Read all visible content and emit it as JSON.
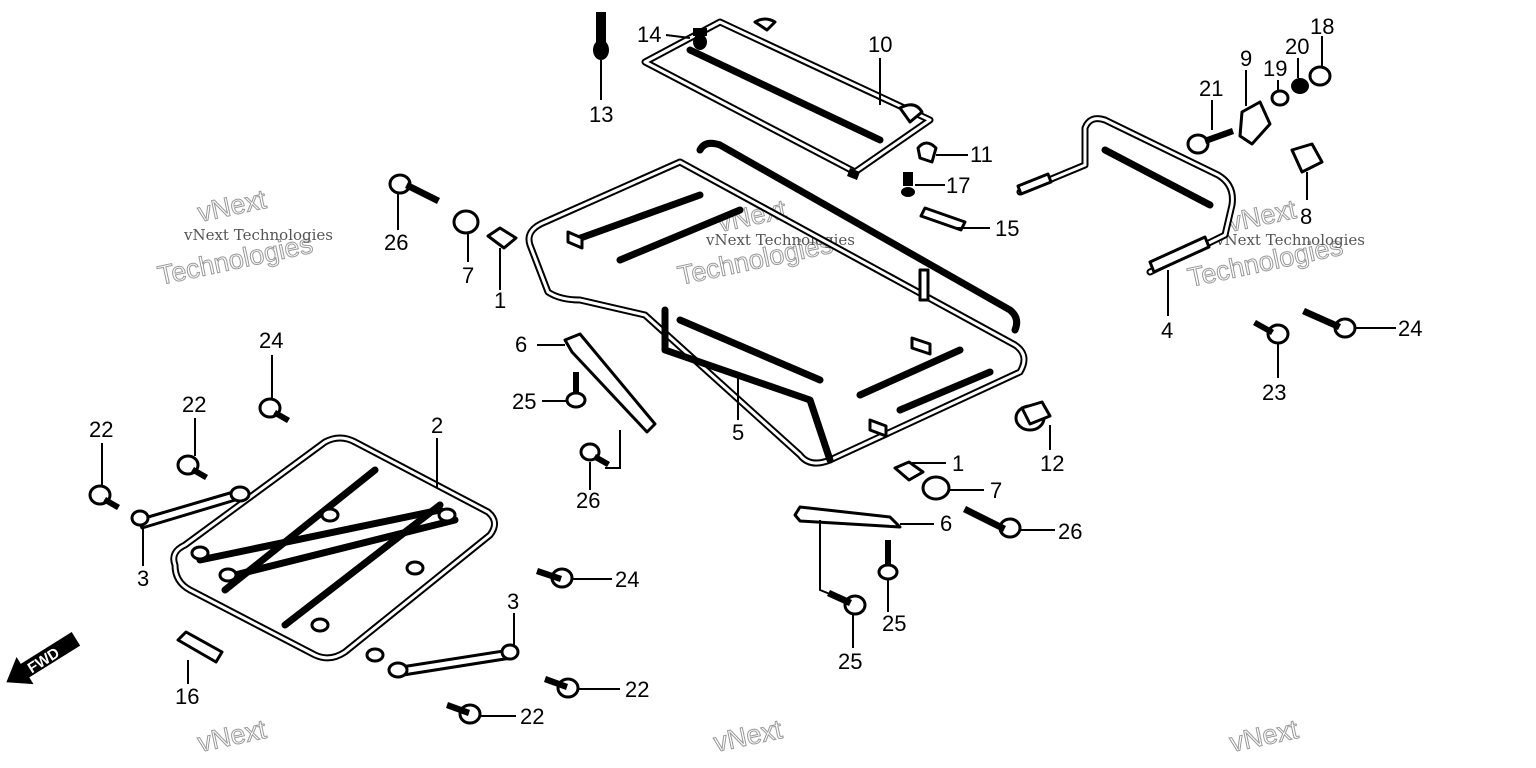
{
  "diagram": {
    "callouts": [
      {
        "id": "c13",
        "text": "13"
      },
      {
        "id": "c14",
        "text": "14"
      },
      {
        "id": "c10",
        "text": "10"
      },
      {
        "id": "c11",
        "text": "11"
      },
      {
        "id": "c17",
        "text": "17"
      },
      {
        "id": "c15",
        "text": "15"
      },
      {
        "id": "c26a",
        "text": "26"
      },
      {
        "id": "c7a",
        "text": "7"
      },
      {
        "id": "c1a",
        "text": "1"
      },
      {
        "id": "c6a",
        "text": "6"
      },
      {
        "id": "c25a",
        "text": "25"
      },
      {
        "id": "c26b",
        "text": "26"
      },
      {
        "id": "c5",
        "text": "5"
      },
      {
        "id": "c24a",
        "text": "24"
      },
      {
        "id": "c22a",
        "text": "22"
      },
      {
        "id": "c22b",
        "text": "22"
      },
      {
        "id": "c2",
        "text": "2"
      },
      {
        "id": "c3a",
        "text": "3"
      },
      {
        "id": "c24b",
        "text": "24"
      },
      {
        "id": "c3b",
        "text": "3"
      },
      {
        "id": "c22c",
        "text": "22"
      },
      {
        "id": "c22d",
        "text": "22"
      },
      {
        "id": "c16",
        "text": "16"
      },
      {
        "id": "c1b",
        "text": "1"
      },
      {
        "id": "c7b",
        "text": "7"
      },
      {
        "id": "c6b",
        "text": "6"
      },
      {
        "id": "c26c",
        "text": "26"
      },
      {
        "id": "c25b",
        "text": "25"
      },
      {
        "id": "c25c",
        "text": "25"
      },
      {
        "id": "c12",
        "text": "12"
      },
      {
        "id": "c9",
        "text": "9"
      },
      {
        "id": "c18",
        "text": "18"
      },
      {
        "id": "c20",
        "text": "20"
      },
      {
        "id": "c19",
        "text": "19"
      },
      {
        "id": "c21",
        "text": "21"
      },
      {
        "id": "c8",
        "text": "8"
      },
      {
        "id": "c4",
        "text": "4"
      },
      {
        "id": "c24c",
        "text": "24"
      },
      {
        "id": "c23",
        "text": "23"
      }
    ],
    "fwd_label": "FWD",
    "watermark_small": "vNext Technologies",
    "watermark_big_1": "vNext",
    "watermark_big_2": "Technologies"
  }
}
